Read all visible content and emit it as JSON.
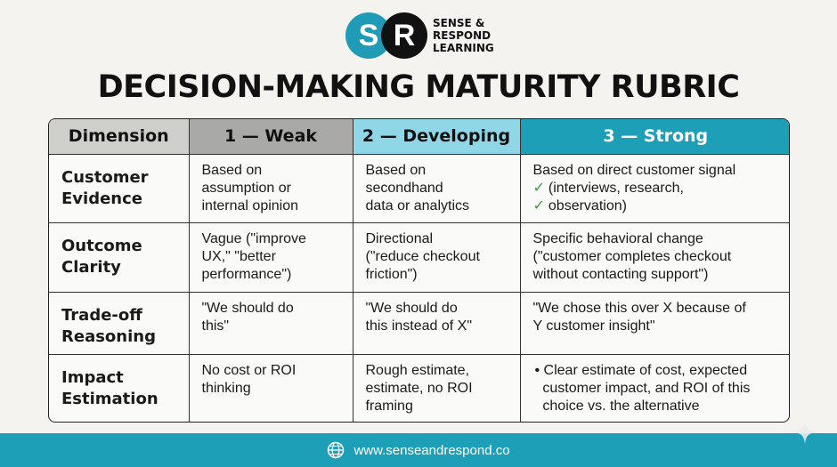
{
  "brand": {
    "logo_s": "S",
    "logo_r": "R",
    "name_lines": [
      "SENSE &",
      "RESPOND",
      "LEARNING"
    ]
  },
  "title": "DECISION-MAKING MATURITY RUBRIC",
  "table": {
    "headers": [
      "Dimension",
      "1 — Weak",
      "2 — Developing",
      "3 — Strong"
    ],
    "rows": [
      {
        "dimension": [
          "Customer",
          "Evidence"
        ],
        "weak": [
          "Based on",
          "assumption or",
          "internal opinion"
        ],
        "developing": [
          "Based on",
          "secondhand",
          "data or analytics"
        ],
        "strong_lead": "Based on direct customer signal",
        "strong_checks": [
          "(interviews, research,",
          "observation)"
        ]
      },
      {
        "dimension": [
          "Outcome",
          "Clarity"
        ],
        "weak": [
          "Vague (\"improve",
          "UX,\" \"better",
          "performance\")"
        ],
        "developing": [
          "Directional",
          "(\"reduce  checkout",
          "friction\")"
        ],
        "strong": [
          "Specific behavioral change",
          "(\"customer completes checkout",
          "without contacting support\")"
        ]
      },
      {
        "dimension": [
          "Trade-off",
          "Reasoning"
        ],
        "weak": [
          "\"We should do",
          "this\""
        ],
        "developing": [
          "\"We should do",
          "this instead of X\""
        ],
        "strong": [
          "\"We chose this over X because of",
          "Y customer insight\""
        ]
      },
      {
        "dimension": [
          "Impact",
          "Estimation"
        ],
        "weak": [
          "No cost or ROI",
          "thinking"
        ],
        "developing": [
          "Rough estimate,",
          "estimate, no ROI",
          "framing"
        ],
        "strong_bullet": [
          "Clear estimate of cost, expected",
          "customer impact, and ROI of this",
          "choice vs. the alternative"
        ]
      }
    ]
  },
  "footer": {
    "url": "www.senseandrespond.co"
  },
  "colors": {
    "teal": "#1e9fb8",
    "light_teal": "#8fd6e6",
    "check_green": "#3a9b3a"
  },
  "icons": [
    "globe-icon",
    "check-icon",
    "sparkle-icon"
  ]
}
